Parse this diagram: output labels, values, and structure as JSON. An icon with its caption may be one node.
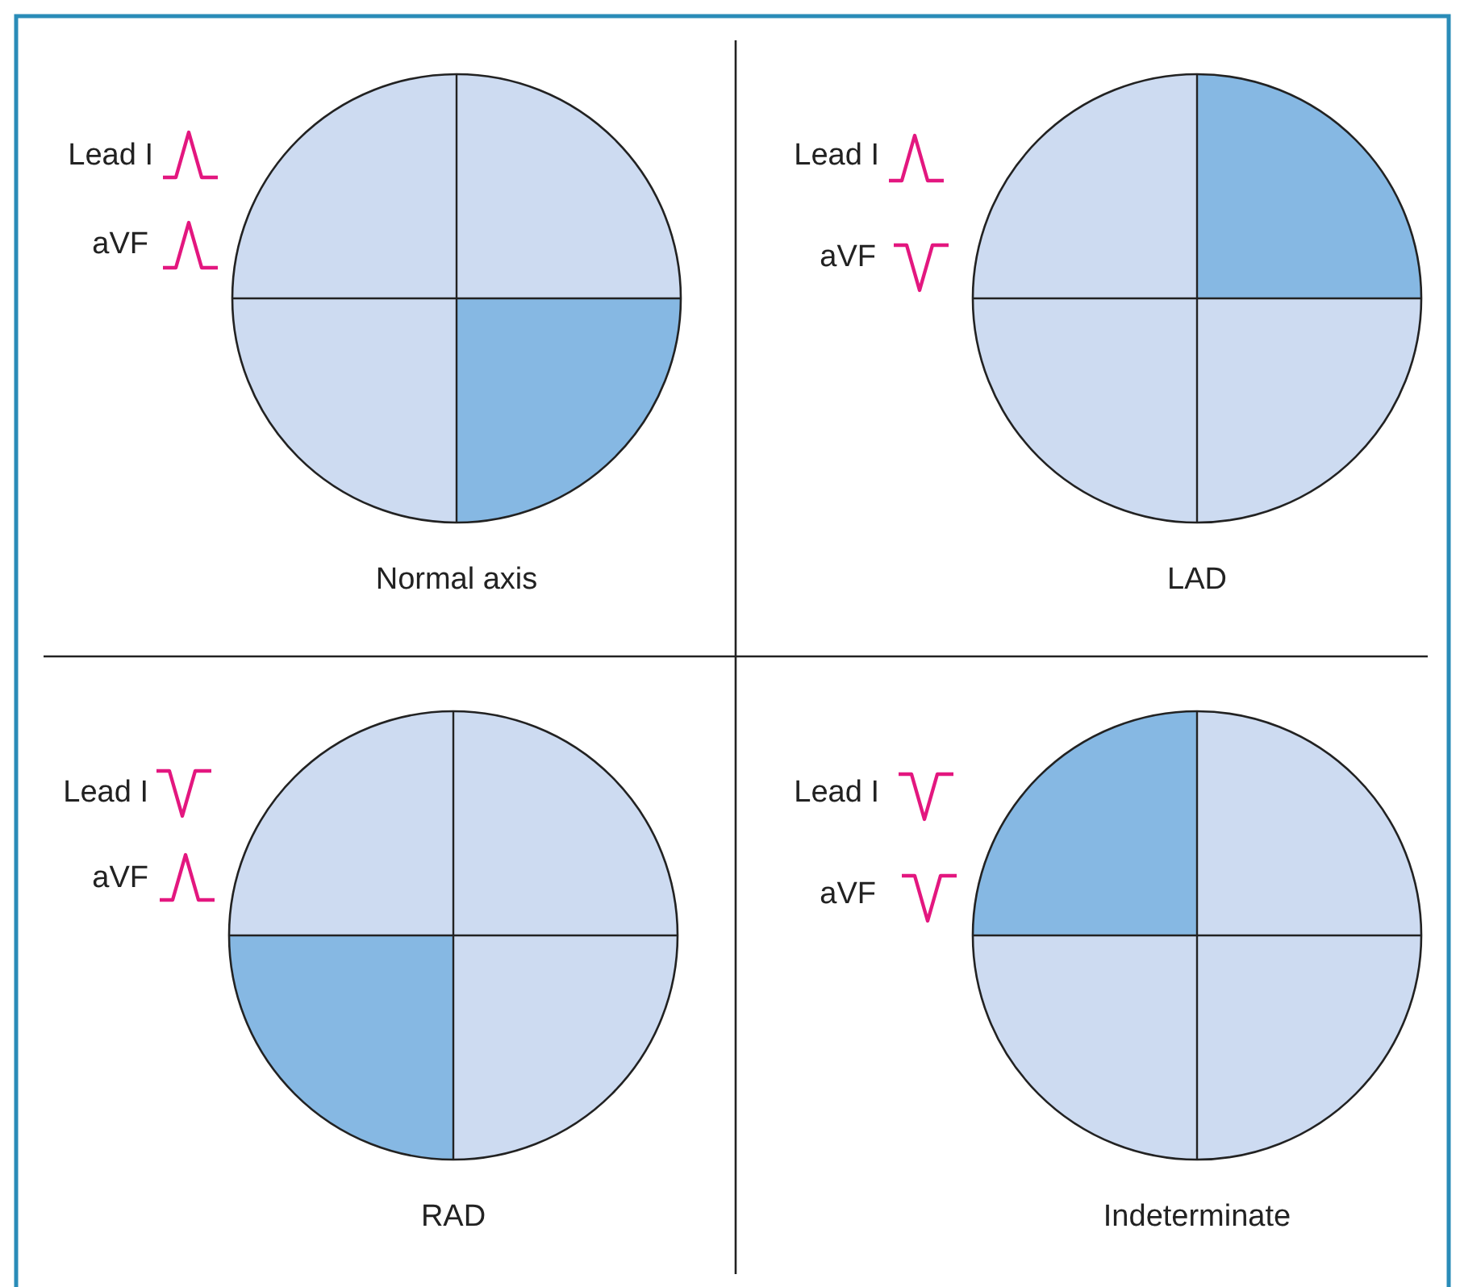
{
  "diagram": {
    "labels": [
      "Lead I",
      "aVF",
      "Normal axis",
      "Lead I",
      "aVF",
      "LAD",
      "Lead I",
      "aVF",
      "RAD",
      "Lead I",
      "aVF",
      "Indeterminate"
    ]
  }
}
